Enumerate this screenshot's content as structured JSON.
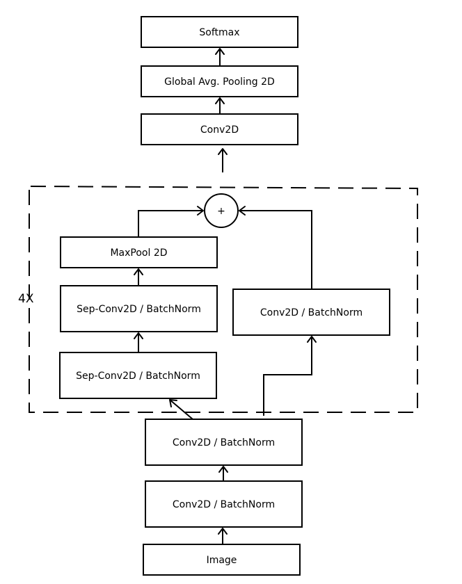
{
  "diagram": {
    "softmax": "Softmax",
    "global_pool": "Global Avg. Pooling 2D",
    "conv2d_top": "Conv2D",
    "repeat_label": "4X",
    "add_symbol": "+",
    "maxpool": "MaxPool 2D",
    "sep_conv_upper": "Sep-Conv2D / BatchNorm",
    "sep_conv_lower": "Sep-Conv2D / BatchNorm",
    "residual_conv": "Conv2D / BatchNorm",
    "entry_conv_upper": "Conv2D / BatchNorm",
    "entry_conv_lower": "Conv2D / BatchNorm",
    "image": "Image"
  }
}
